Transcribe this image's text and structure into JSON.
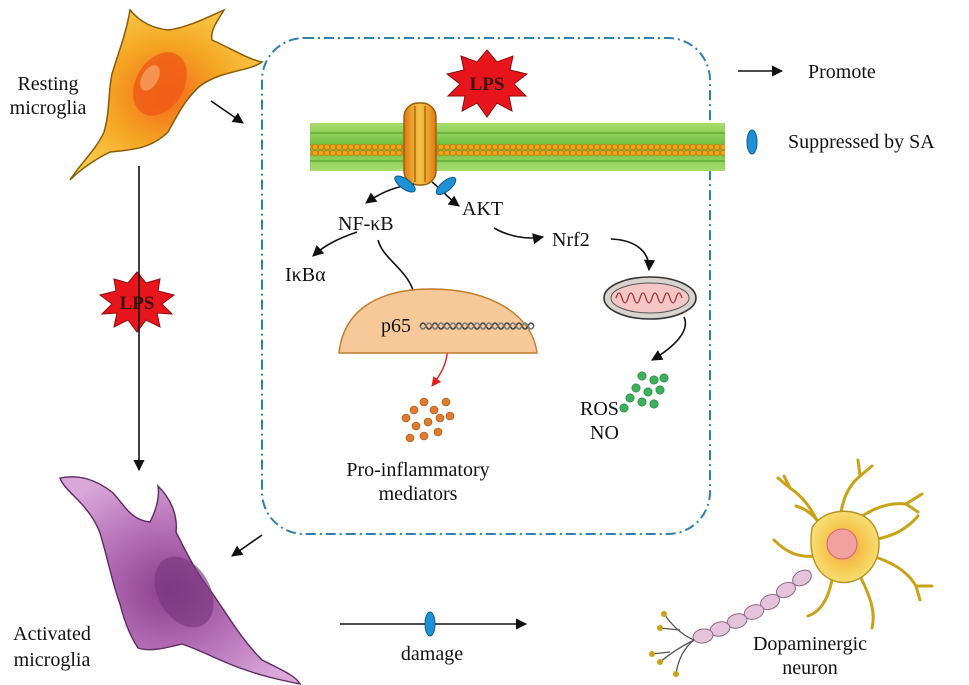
{
  "legend": {
    "promote": "Promote",
    "suppressed": "Suppressed by SA"
  },
  "labels": {
    "resting_microglia_line1": "Resting",
    "resting_microglia_line2": "microglia",
    "lps_top": "LPS",
    "lps_side": "LPS",
    "nfkb": "NF-κB",
    "akt": "AKT",
    "ikba": "IκBα",
    "nrf2": "Nrf2",
    "p65": "p65",
    "ros": "ROS",
    "no": "NO",
    "pro_inflammatory_line1": "Pro-inflammatory",
    "pro_inflammatory_line2": "mediators",
    "activated_microglia_line1": "Activated",
    "activated_microglia_line2": "microglia",
    "damage": "damage",
    "dopaminergic_line1": "Dopaminergic",
    "dopaminergic_line2": "neuron"
  },
  "colors": {
    "arrow": "#111111",
    "suppressor": "#1e90d6",
    "red_arrow": "#e02020",
    "lps_burst": "#e8161c",
    "resting_cell": "#f2a71c",
    "activated_cell": "#a65aa8",
    "nucleus": "#f7c998",
    "membrane": "#7cc84a",
    "box_border": "#2f7fb0"
  }
}
